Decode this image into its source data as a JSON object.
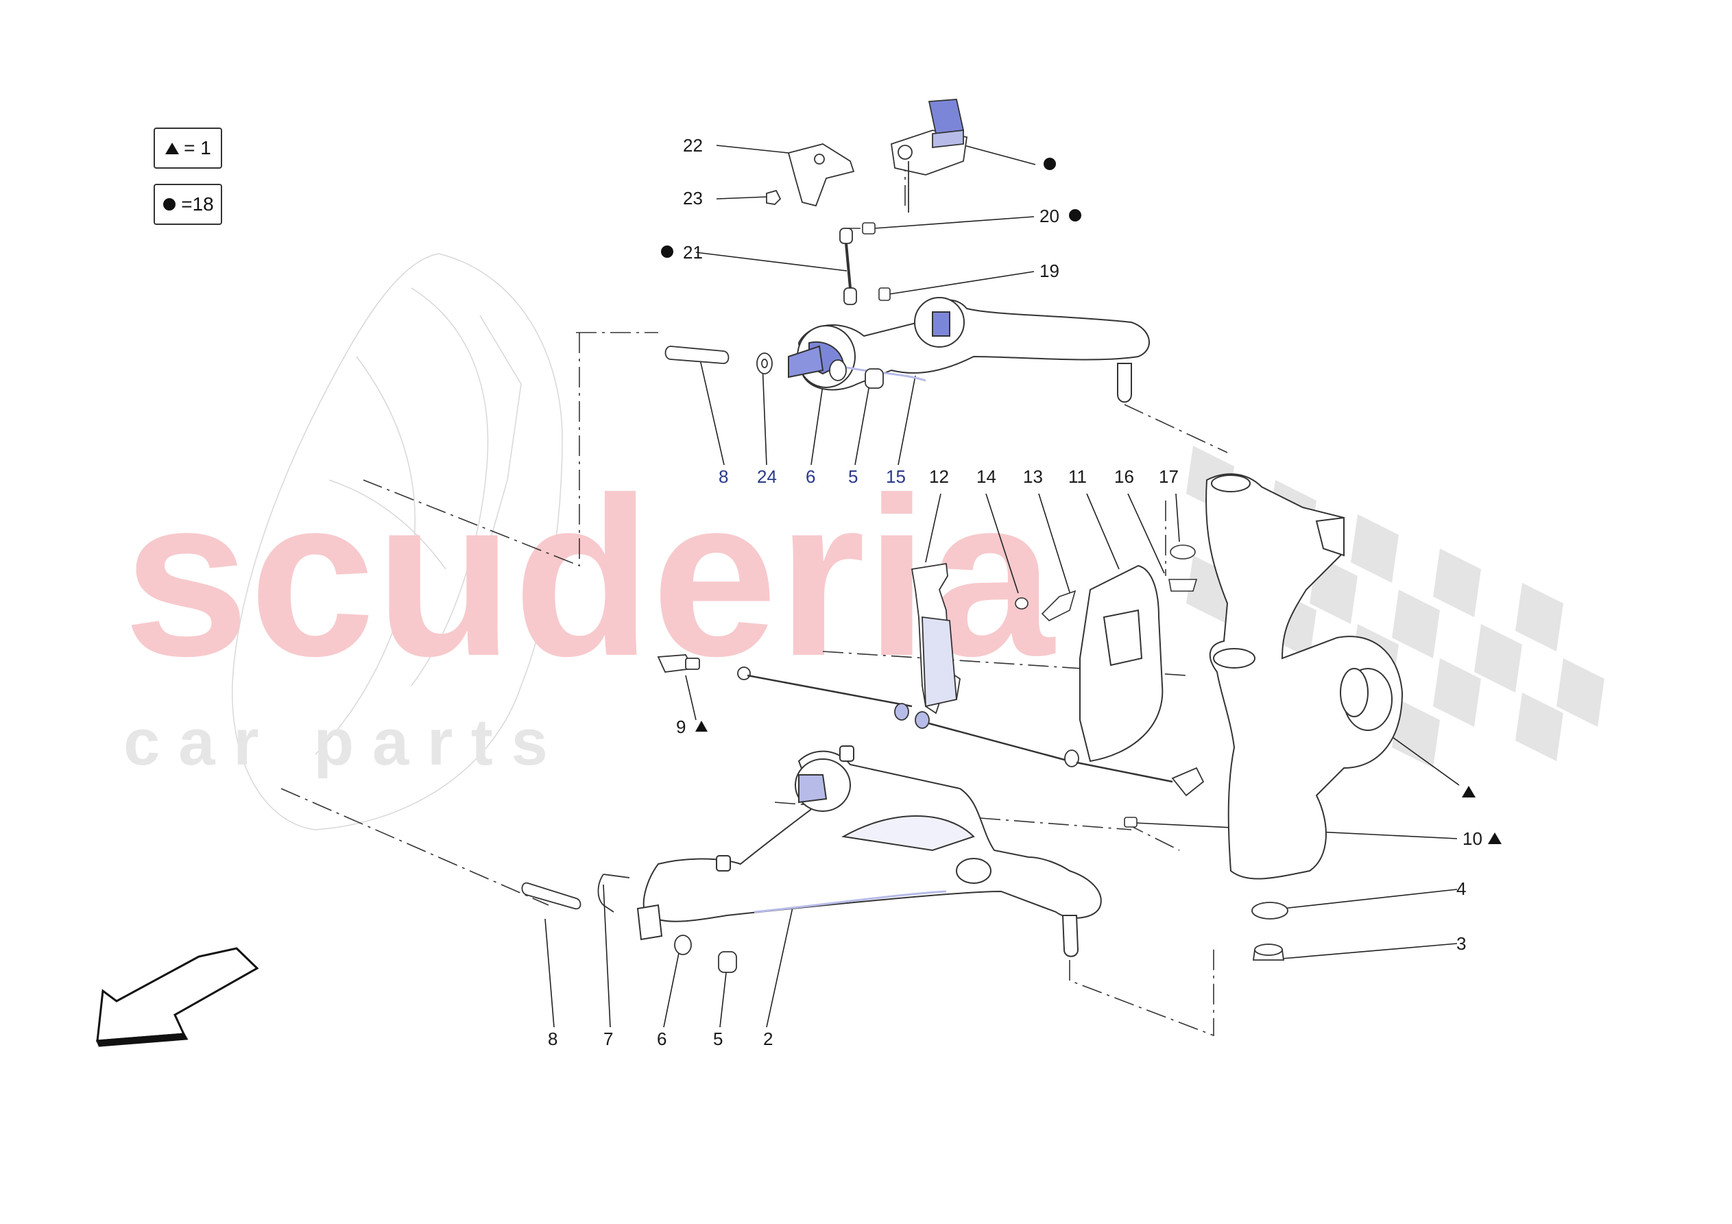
{
  "watermark": {
    "brand": "scuderia",
    "tagline": "c a r   p a r t s"
  },
  "legend": [
    {
      "symbol": "triangle",
      "text": "= 1"
    },
    {
      "symbol": "circle",
      "text": "=18"
    }
  ],
  "callouts": {
    "c22": "22",
    "c23": "23",
    "c20": "20",
    "c21": "21",
    "c19": "19",
    "c8_top": "8",
    "c24": "24",
    "c6_top": "6",
    "c5_top": "5",
    "c15": "15",
    "c12": "12",
    "c14": "14",
    "c13": "13",
    "c11": "11",
    "c16": "16",
    "c17": "17",
    "c9": "9",
    "c10": "10",
    "c4": "4",
    "c3": "3",
    "c8_bot": "8",
    "c7": "7",
    "c6_bot": "6",
    "c5_bot": "5",
    "c2": "2"
  },
  "colors": {
    "watermark_red": "#f7c9cc",
    "watermark_grey": "#e6e6e6",
    "highlight_blue": "#7c86d8",
    "label_blue": "#2a3a8a",
    "line": "#222222"
  },
  "icons": [
    "triangle-marker",
    "circle-marker",
    "direction-arrow"
  ]
}
